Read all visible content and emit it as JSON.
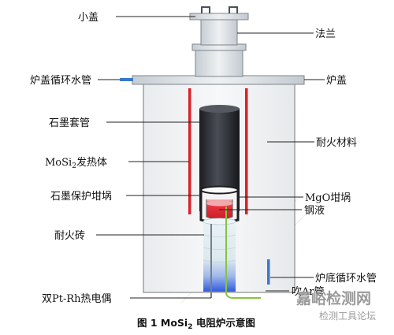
{
  "labels": {
    "small_lid": "小盖",
    "flange": "法兰",
    "lid_cooling_pipe": "炉盖循环水管",
    "furnace_lid": "炉盖",
    "graphite_sleeve": "石墨套管",
    "refractory_material": "耐火材料",
    "heater_prefix": "MoSi",
    "heater_sub": "2",
    "heater_suffix": "发热体",
    "graphite_crucible": "石墨保护坩埚",
    "mgo_crucible": "MgO坩埚",
    "molten_steel": "钢液",
    "refractory_brick": "耐火砖",
    "bottom_cooling_pipe": "炉底循环水管",
    "argon_pipe": "吹Ar管",
    "thermocouple": "双Pt-Rh热电偶"
  },
  "caption": {
    "prefix": "图 1 MoSi",
    "sub": "2",
    "suffix": " 电阻炉示意图"
  },
  "watermark": {
    "main": "嘉峪检测网",
    "sub": "检测工具论坛"
  },
  "colors": {
    "furnace_fill": "#eef0f1",
    "furnace_stroke": "#8b8b8b",
    "lid_fill": "#d7dde2",
    "heater": "#d8232a",
    "sleeve": "#2b2d33",
    "steel": "#e8323e",
    "brick_blue": "#2f5be0",
    "argon_pipe": "#86c440"
  }
}
